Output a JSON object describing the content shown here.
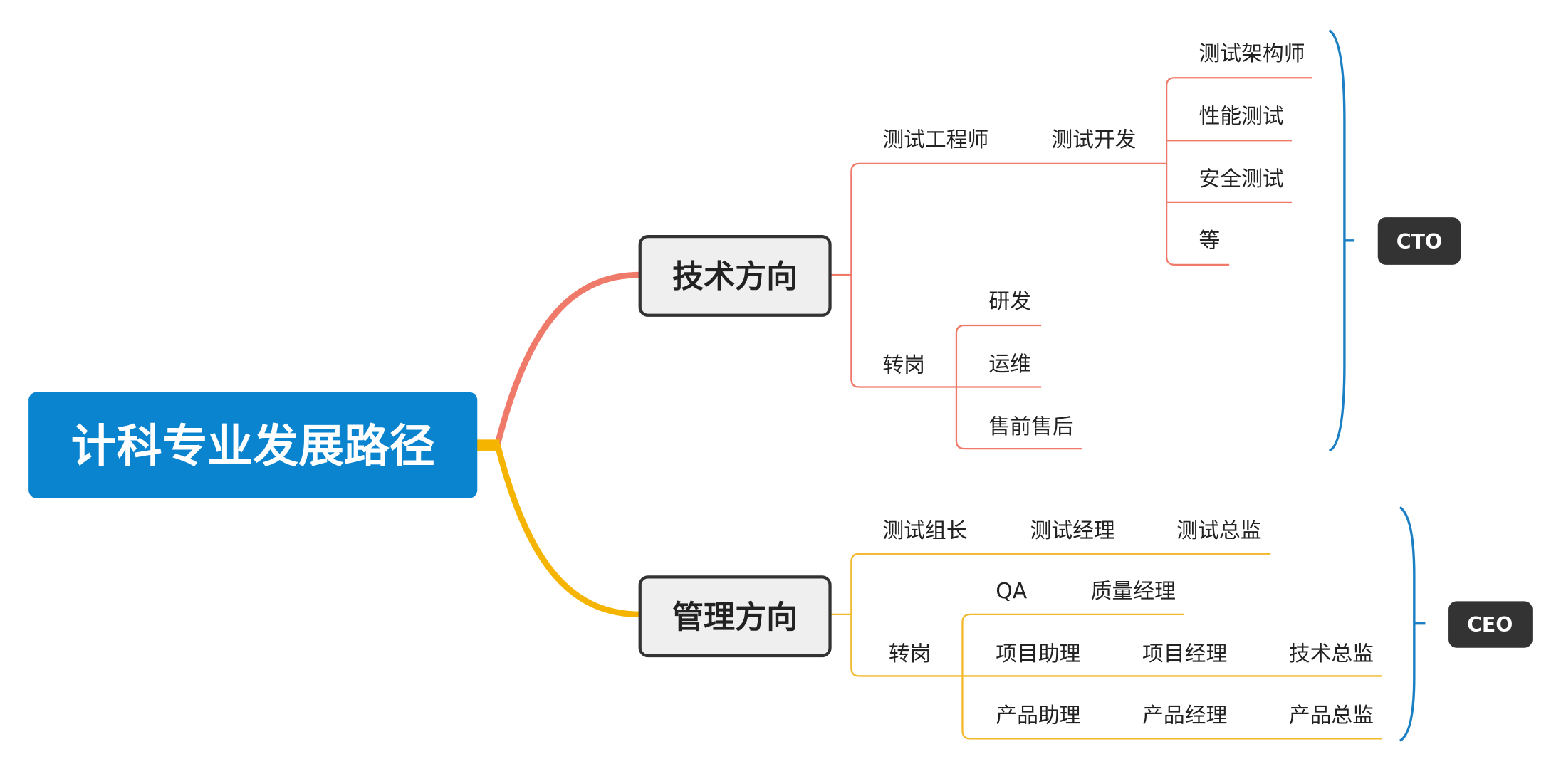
{
  "root": {
    "label": "计科专业发展路径"
  },
  "tech": {
    "label": "技术方向",
    "engineer": "测试工程师",
    "dev": "测试开发",
    "dev_children": [
      "测试架构师",
      "性能测试",
      "安全测试",
      "等"
    ],
    "transfer": "转岗",
    "transfer_children": [
      "研发",
      "运维",
      "售前售后"
    ],
    "goal": "CTO"
  },
  "mgmt": {
    "label": "管理方向",
    "path1": [
      "测试组长",
      "测试经理",
      "测试总监"
    ],
    "transfer": "转岗",
    "qa_row": [
      "QA",
      "质量经理"
    ],
    "project_row": [
      "项目助理",
      "项目经理",
      "技术总监"
    ],
    "product_row": [
      "产品助理",
      "产品经理",
      "产品总监"
    ],
    "goal": "CEO"
  },
  "colors": {
    "root": "#0a84cf",
    "tech_branch": "#ef7a6a",
    "mgmt_branch": "#f2b829",
    "bracket": "#1b7fc4",
    "tag": "#333333"
  }
}
